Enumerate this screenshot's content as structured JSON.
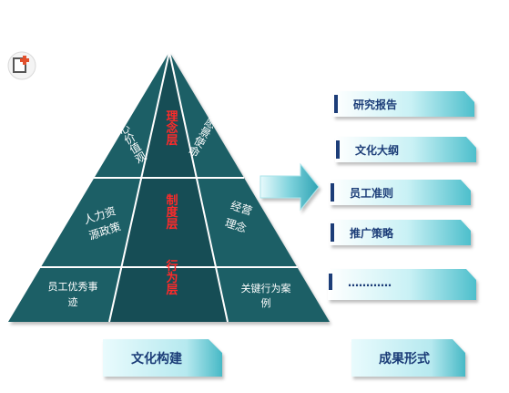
{
  "pyramid": {
    "top": {
      "left": "核心价值观",
      "center": "理念层",
      "right": "愿景使命"
    },
    "middle": {
      "left_line1": "人力资",
      "left_line2": "源政策",
      "center": "制度层",
      "right_line1": "经营",
      "right_line2": "理念"
    },
    "bottom": {
      "left_line1": "员工优秀事",
      "left_line2": "迹",
      "center": "行为层",
      "right_line1": "关键行为案",
      "right_line2": "例"
    }
  },
  "results": [
    "研究报告",
    "文化大纲",
    "员工准则",
    "推广策略",
    "…………"
  ],
  "footer": {
    "left_label": "文化构建",
    "right_label": "成果形式"
  },
  "colors": {
    "pyramid": "#1f5f66",
    "pyramid_center": "#164a50",
    "accent_text": "#ff2a2a",
    "teal_light": "#cff3f7",
    "teal_mid": "#5ac9d6",
    "navy": "#1b3d78",
    "arrow_teal": "#3fb3c2"
  },
  "icons": {
    "corner_badge": "add-frame-icon",
    "flow_arrow": "right-arrow-icon"
  }
}
